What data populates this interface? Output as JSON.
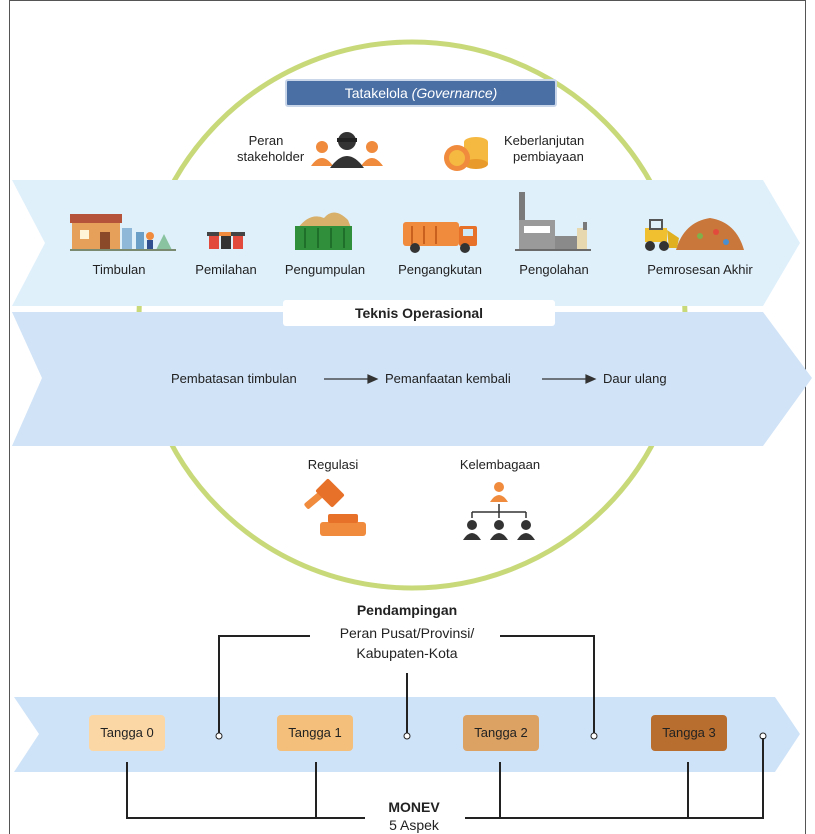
{
  "governance": {
    "label": "Tatakelola",
    "label_italic": "(Governance)"
  },
  "top_items": [
    {
      "line1": "Peran",
      "line2": "stakeholder",
      "icon": "stakeholder-people-icon"
    },
    {
      "line1": "Keberlanjutan",
      "line2": "pembiayaan",
      "icon": "coins-money-icon"
    }
  ],
  "stages": [
    {
      "label": "Timbulan",
      "icon": "house-waste-icon"
    },
    {
      "label": "Pemilahan",
      "icon": "sorting-bins-icon"
    },
    {
      "label": "Pengumpulan",
      "icon": "collection-container-icon"
    },
    {
      "label": "Pengangkutan",
      "icon": "garbage-truck-icon"
    },
    {
      "label": "Pengolahan",
      "icon": "processing-factory-icon"
    },
    {
      "label": "Pemrosesan Akhir",
      "icon": "landfill-bulldozer-icon"
    }
  ],
  "teknis_label": "Teknis Operasional",
  "flow": [
    "Pembatasan timbulan",
    "Pemanfaatan kembali",
    "Daur ulang"
  ],
  "bottom_items": [
    {
      "label": "Regulasi",
      "icon": "gavel-icon"
    },
    {
      "label": "Kelembagaan",
      "icon": "org-chart-icon"
    }
  ],
  "pendampingan": {
    "title": "Pendampingan",
    "line1": "Peran Pusat/Provinsi/",
    "line2": "Kabupaten-Kota"
  },
  "tangga": [
    {
      "label": "Tangga 0",
      "color": "#fbd7a6"
    },
    {
      "label": "Tangga 1",
      "color": "#f3bf7a"
    },
    {
      "label": "Tangga 2",
      "color": "#dca264"
    },
    {
      "label": "Tangga 3",
      "color": "#b86e2e"
    }
  ],
  "monev": {
    "title": "MONEV",
    "subtitle": "5 Aspek"
  },
  "colors": {
    "circle": "#c8d97a",
    "chevron_light": "#dff0fb",
    "chevron_dark": "#d2e5f8",
    "governance": "#4a6fa5",
    "icon_orange": "#f08a3c",
    "icon_dark": "#333333"
  }
}
